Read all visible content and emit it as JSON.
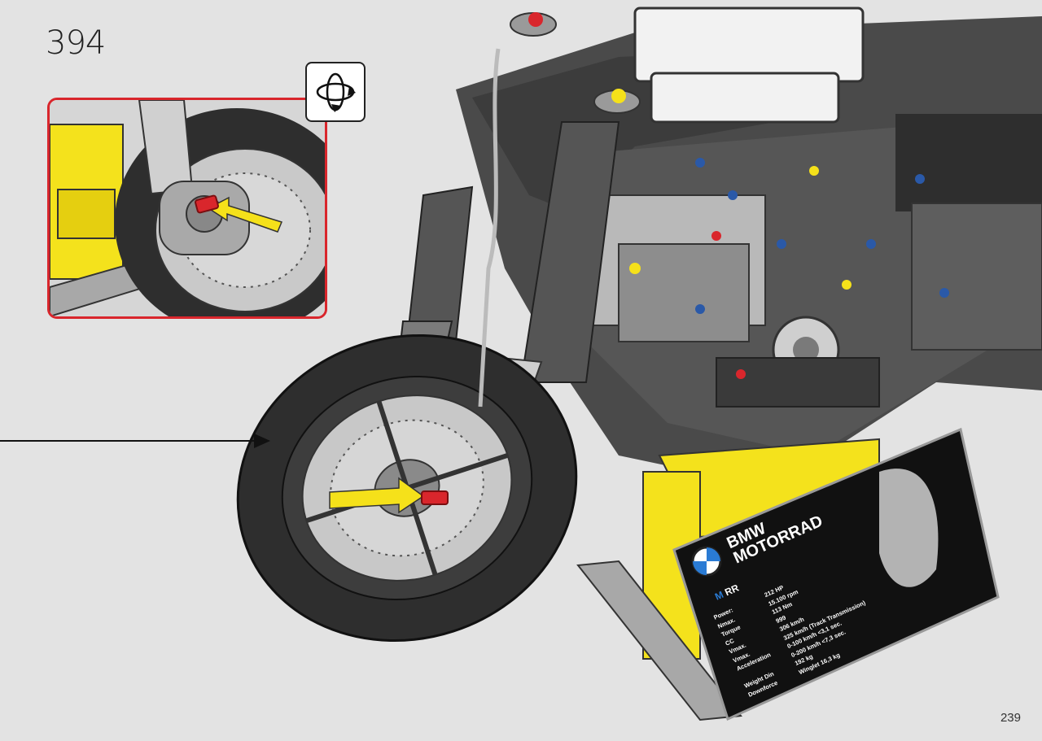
{
  "step": {
    "number": "394"
  },
  "page": {
    "number": "239"
  },
  "icons": {
    "rotate": "rotate-model-icon",
    "pointer": "arrow-right-icon",
    "insert": "insert-arrow-icon",
    "bmw_logo": "bmw-roundel-icon",
    "m_logo": "m-logo-icon"
  },
  "colors": {
    "callout_border": "#d9262c",
    "pin_red": "#d9262c",
    "arrow_yellow": "#f5e11a",
    "tire": "#2e2e2e",
    "frame": "#3a3a3a",
    "stand_yellow": "#f4e21c",
    "plaque": "#111111"
  },
  "plaque": {
    "brand_line1": "BMW",
    "brand_line2": "MOTORRAD",
    "model_mark": "M",
    "model_sub": "RR",
    "specs": [
      {
        "label": "Power:",
        "value": "212 HP"
      },
      {
        "label": "Nmax.",
        "value": "15.100 rpm"
      },
      {
        "label": "Torque",
        "value": "113 Nm"
      },
      {
        "label": "CC",
        "value": "999"
      },
      {
        "label": "Vmax.",
        "value": "306 km/h"
      },
      {
        "label": "Vmax.",
        "value": "325 km/h (Track Transmission)"
      },
      {
        "label": "Acceleration",
        "value": "0-100 km/h <3,1 sec."
      },
      {
        "label": "",
        "value": "0-200 km/h <7,3 sec."
      },
      {
        "label": "Weight Din",
        "value": "192 kg"
      },
      {
        "label": "Downforce",
        "value": "Winglet 16,3 kg"
      }
    ]
  }
}
